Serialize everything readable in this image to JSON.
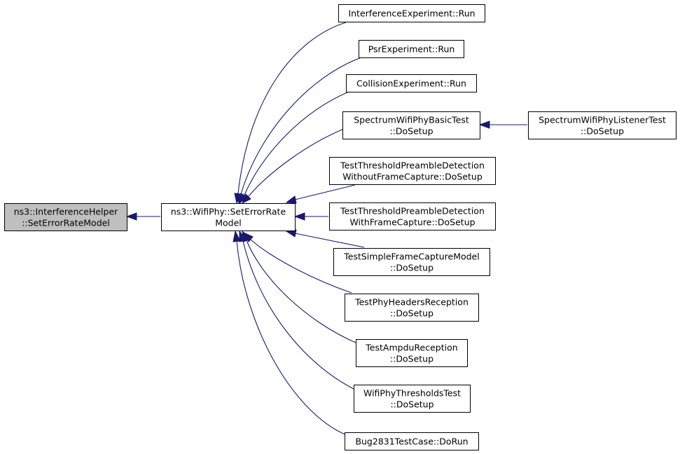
{
  "diagram": {
    "colors": {
      "edge": "#191970",
      "focus_fill": "#bfbfbf",
      "node_fill": "#ffffff",
      "border": "#000000"
    },
    "nodes": [
      {
        "id": "interference-helper-set-error-rate-model",
        "lines": [
          "ns3::InterferenceHelper",
          "::SetErrorRateModel"
        ],
        "focus": true
      },
      {
        "id": "wifiphy-set-error-rate-model",
        "lines": [
          "ns3::WifiPhy::SetErrorRate",
          "Model"
        ]
      },
      {
        "id": "interference-experiment-run",
        "lines": [
          "InterferenceExperiment::Run"
        ]
      },
      {
        "id": "psr-experiment-run",
        "lines": [
          "PsrExperiment::Run"
        ]
      },
      {
        "id": "collision-experiment-run",
        "lines": [
          "CollisionExperiment::Run"
        ]
      },
      {
        "id": "spectrum-wifiphy-basic-test-dosetup",
        "lines": [
          "SpectrumWifiPhyBasicTest",
          "::DoSetup"
        ]
      },
      {
        "id": "spectrum-wifiphy-listener-test-dosetup",
        "lines": [
          "SpectrumWifiPhyListenerTest",
          "::DoSetup"
        ]
      },
      {
        "id": "test-threshold-preamble-without-capture",
        "lines": [
          "TestThresholdPreambleDetection",
          "WithoutFrameCapture::DoSetup"
        ]
      },
      {
        "id": "test-threshold-preamble-with-capture",
        "lines": [
          "TestThresholdPreambleDetection",
          "WithFrameCapture::DoSetup"
        ]
      },
      {
        "id": "test-simple-frame-capture-model",
        "lines": [
          "TestSimpleFrameCaptureModel",
          "::DoSetup"
        ]
      },
      {
        "id": "test-phy-headers-reception",
        "lines": [
          "TestPhyHeadersReception",
          "::DoSetup"
        ]
      },
      {
        "id": "test-ampdu-reception",
        "lines": [
          "TestAmpduReception",
          "::DoSetup"
        ]
      },
      {
        "id": "wifiphy-thresholds-test",
        "lines": [
          "WifiPhyThresholdsTest",
          "::DoSetup"
        ]
      },
      {
        "id": "bug2831-testcase-dorun",
        "lines": [
          "Bug2831TestCase::DoRun"
        ]
      }
    ],
    "edges": [
      {
        "from": "wifiphy-set-error-rate-model",
        "to": "interference-helper-set-error-rate-model"
      },
      {
        "from": "interference-experiment-run",
        "to": "wifiphy-set-error-rate-model"
      },
      {
        "from": "psr-experiment-run",
        "to": "wifiphy-set-error-rate-model"
      },
      {
        "from": "collision-experiment-run",
        "to": "wifiphy-set-error-rate-model"
      },
      {
        "from": "spectrum-wifiphy-basic-test-dosetup",
        "to": "wifiphy-set-error-rate-model"
      },
      {
        "from": "spectrum-wifiphy-listener-test-dosetup",
        "to": "spectrum-wifiphy-basic-test-dosetup"
      },
      {
        "from": "test-threshold-preamble-without-capture",
        "to": "wifiphy-set-error-rate-model"
      },
      {
        "from": "test-threshold-preamble-with-capture",
        "to": "wifiphy-set-error-rate-model"
      },
      {
        "from": "test-simple-frame-capture-model",
        "to": "wifiphy-set-error-rate-model"
      },
      {
        "from": "test-phy-headers-reception",
        "to": "wifiphy-set-error-rate-model"
      },
      {
        "from": "test-ampdu-reception",
        "to": "wifiphy-set-error-rate-model"
      },
      {
        "from": "wifiphy-thresholds-test",
        "to": "wifiphy-set-error-rate-model"
      },
      {
        "from": "bug2831-testcase-dorun",
        "to": "wifiphy-set-error-rate-model"
      }
    ]
  }
}
